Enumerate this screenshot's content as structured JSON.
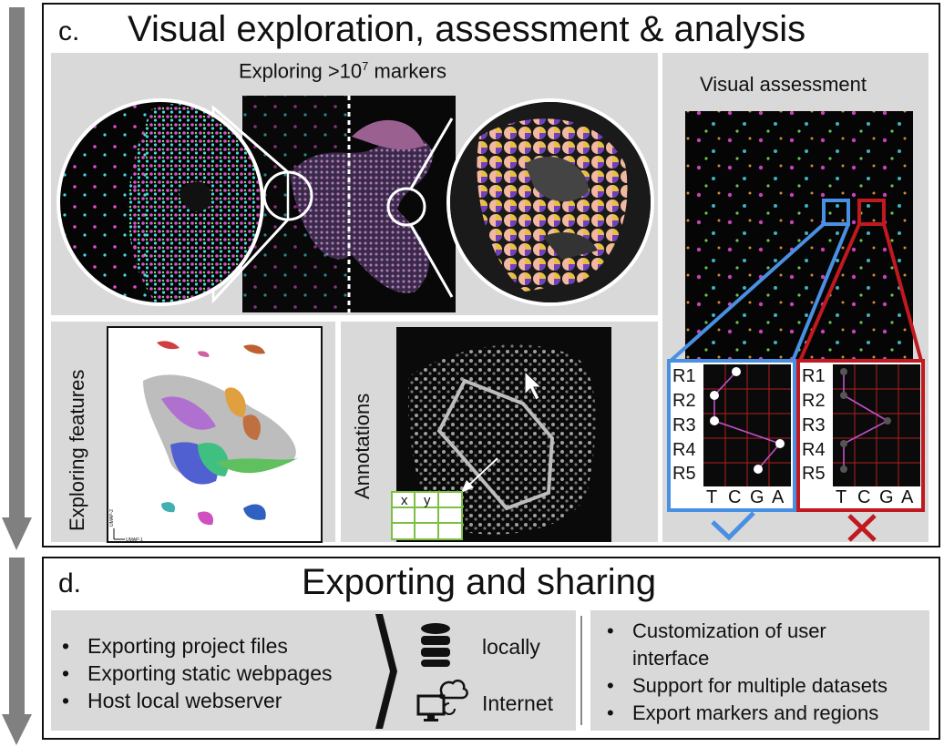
{
  "section_c": {
    "letter": "c.",
    "title": "Visual exploration, assessment & analysis",
    "markers_title_prefix": "Exploring >10",
    "markers_title_exp": "7",
    "markers_title_suffix": " markers",
    "assessment_title": "Visual assessment",
    "features_label": "Exploring features",
    "annotations_label": "Annotations",
    "umap_axis_y": "UMAP-2",
    "umap_axis_x": "UMAP-1",
    "table_headers": [
      "x",
      "y"
    ],
    "rows": [
      "R1",
      "R2",
      "R3",
      "R4",
      "R5"
    ],
    "bases": [
      "T",
      "C",
      "G",
      "A"
    ],
    "good_mark": "✔",
    "bad_mark": "✕",
    "colors": {
      "good": "#4a90e2",
      "bad": "#c0191f",
      "table": "#7cc043",
      "path": "#c050c8"
    }
  },
  "section_d": {
    "letter": "d.",
    "title": "Exporting and sharing",
    "left_items": [
      "Exporting project files",
      "Exporting static webpages",
      "Host local webserver"
    ],
    "local_label": "locally",
    "internet_label": "Internet",
    "right_items": [
      "Customization of user interface",
      "Support for multiple datasets",
      "Export markers and regions"
    ],
    "bullet": "•"
  }
}
